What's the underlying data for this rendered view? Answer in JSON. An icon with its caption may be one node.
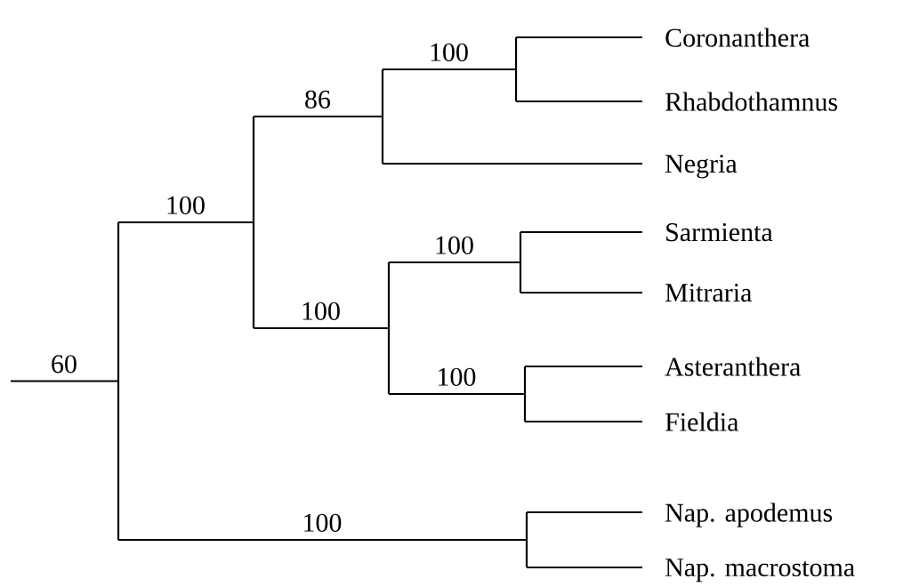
{
  "diagram": {
    "nodes": [
      {
        "text": [
          "Coronanthera"
        ]
      },
      {
        "text": [
          "Rhabdothamnus"
        ]
      },
      {
        "text": [
          "Negria"
        ]
      },
      {
        "text": [
          "Sarmienta"
        ]
      },
      {
        "text": [
          "Mitraria"
        ]
      },
      {
        "text": [
          "Asteranthera"
        ]
      },
      {
        "text": [
          "Fieldia"
        ]
      },
      {
        "text": [
          "Nap. apodemus"
        ]
      },
      {
        "text": [
          "Nap. macrostoma"
        ]
      },
      {
        "text": [],
        "shape": "line"
      },
      {
        "text": [],
        "shape": "line"
      },
      {
        "text": [],
        "shape": "line"
      },
      {
        "text": [],
        "shape": "line"
      },
      {
        "text": [],
        "shape": "line"
      },
      {
        "text": [],
        "shape": "line"
      },
      {
        "text": [],
        "shape": "line"
      },
      {
        "text": [],
        "shape": "line"
      }
    ],
    "edges": [
      {
        "from": null,
        "to": 9,
        "arrow": "none",
        "label": "60"
      },
      {
        "from": 9,
        "to": 10,
        "arrow": "none",
        "label": "100"
      },
      {
        "from": 9,
        "to": 16,
        "arrow": "none",
        "label": "100"
      },
      {
        "from": 10,
        "to": 11,
        "arrow": "none",
        "label": "86"
      },
      {
        "from": 10,
        "to": 13,
        "arrow": "none",
        "label": "100"
      },
      {
        "from": 11,
        "to": 12,
        "arrow": "none",
        "label": "100"
      },
      {
        "from": 11,
        "to": 2,
        "arrow": "none"
      },
      {
        "from": 12,
        "to": 0,
        "arrow": "none"
      },
      {
        "from": 12,
        "to": 1,
        "arrow": "none"
      },
      {
        "from": 13,
        "to": 14,
        "arrow": "none",
        "label": "100"
      },
      {
        "from": 13,
        "to": 15,
        "arrow": "none",
        "label": "100"
      },
      {
        "from": 14,
        "to": 3,
        "arrow": "none"
      },
      {
        "from": 14,
        "to": 4,
        "arrow": "none"
      },
      {
        "from": 15,
        "to": 5,
        "arrow": "none"
      },
      {
        "from": 15,
        "to": 6,
        "arrow": "none"
      },
      {
        "from": 16,
        "to": 7,
        "arrow": "none"
      },
      {
        "from": 16,
        "to": 8,
        "arrow": "none"
      }
    ]
  }
}
